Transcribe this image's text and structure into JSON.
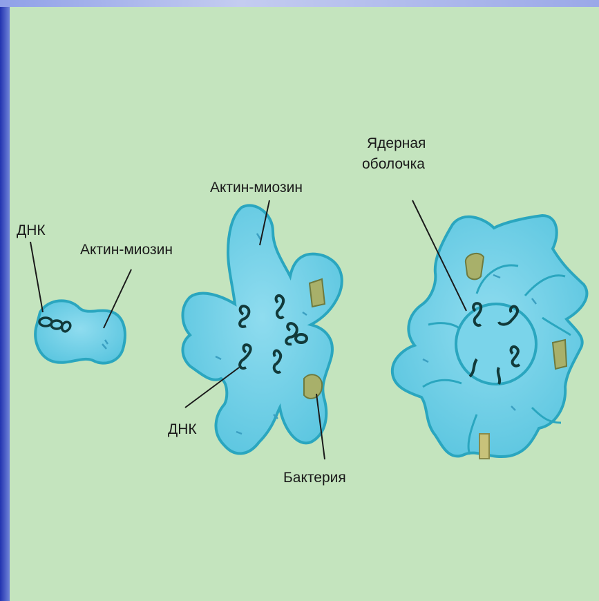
{
  "diagram": {
    "labels": {
      "dna_left": "ДНК",
      "actin_left": "Актин-миозин",
      "actin_middle": "Актин-миозин",
      "dna_middle": "ДНК",
      "bacteria": "Бактерия",
      "nuclear_envelope_line1": "Ядерная",
      "nuclear_envelope_line2": "оболочка"
    }
  },
  "colors": {
    "background": "#c4e4be",
    "cell_fill": "#6ecfe6",
    "cell_outline": "#2aa6bf",
    "dna": "#123a3a",
    "bacterium": "#a8b06a",
    "slide_border": "#1a2aa8"
  }
}
